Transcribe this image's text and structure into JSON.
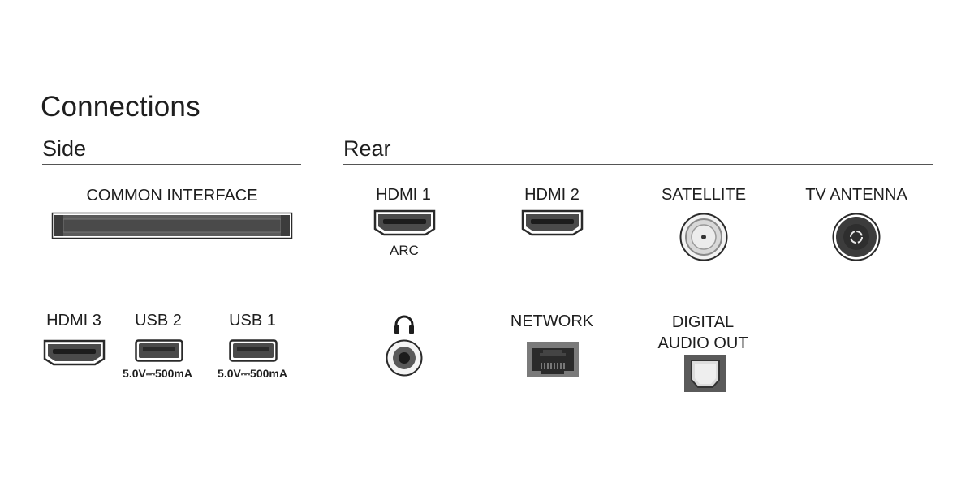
{
  "title": "Connections",
  "side": {
    "heading": "Side",
    "common_interface": "COMMON INTERFACE",
    "hdmi3": "HDMI 3",
    "usb2": "USB 2",
    "usb2_spec": "5.0V⎓500mA",
    "usb1": "USB 1",
    "usb1_spec": "5.0V⎓500mA"
  },
  "rear": {
    "heading": "Rear",
    "hdmi1": "HDMI 1",
    "hdmi1_sub": "ARC",
    "hdmi2": "HDMI 2",
    "satellite": "SATELLITE",
    "tv_antenna": "TV ANTENNA",
    "network": "NETWORK",
    "digital_line1": "DIGITAL",
    "digital_line2": "AUDIO OUT"
  },
  "icons": {
    "headphone": "headphone-icon"
  }
}
